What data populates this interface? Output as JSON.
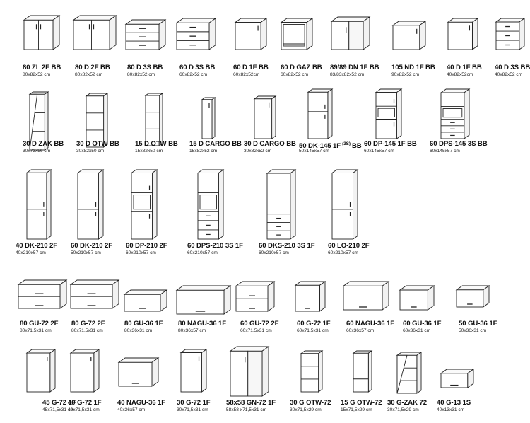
{
  "items": [
    {
      "model": "80 ZL 2F BB",
      "dims": "80x82x52 cm",
      "cab": {
        "kind": "base",
        "doors": 2
      }
    },
    {
      "model": "80 D 2F BB",
      "dims": "80x82x52 cm",
      "cab": {
        "kind": "base",
        "doors": 2
      }
    },
    {
      "model": "80 D 3S BB",
      "dims": "80x82x52 cm",
      "cab": {
        "kind": "base",
        "drawers": 3
      }
    },
    {
      "model": "60 D 3S BB",
      "dims": "60x82x52 cm",
      "cab": {
        "kind": "base",
        "drawers": 3
      }
    },
    {
      "model": "60 D 1F BB",
      "dims": "60x82x52cm",
      "cab": {
        "kind": "base",
        "doors": 1
      }
    },
    {
      "model": "60 D GAZ BB",
      "dims": "60x82x52 cm",
      "cab": {
        "kind": "open-frame"
      }
    },
    {
      "model": "89/89 DN 1F BB",
      "dims": "83/83x82x52 cm",
      "cab": {
        "kind": "corner"
      }
    },
    {
      "model": "105  ND 1F BB",
      "dims": "90x82x52 cm",
      "cab": {
        "kind": "base",
        "doors": 1
      }
    },
    {
      "model": "40 D 1F BB",
      "dims": "40x82x52cm",
      "cab": {
        "kind": "base",
        "doors": 1
      }
    },
    {
      "model": "40 D 3S BB",
      "dims": "40x82x52 cm",
      "cab": {
        "kind": "base",
        "drawers": 3
      }
    },
    {
      "model": "30 D ZAK BB",
      "dims": "30x72x56 cm",
      "cab": {
        "kind": "open-end"
      }
    },
    {
      "model": "30 D OTW BB",
      "dims": "30x82x50 cm",
      "cab": {
        "kind": "open-shelf"
      }
    },
    {
      "model": "15 D OTW BB",
      "dims": "15x82x50 cm",
      "cab": {
        "kind": "open-shelf"
      }
    },
    {
      "model": "15 D CARGO BB",
      "dims": "15x82x52 cm",
      "cab": {
        "kind": "base",
        "doors": 1
      }
    },
    {
      "model": "30 D CARGO BB",
      "dims": "30x82x52 cm",
      "cab": {
        "kind": "base",
        "doors": 1
      }
    },
    {
      "model": "50 DK-145 1F",
      "model_sup": "(3S)",
      "model_end": "BB",
      "dims": "50x145x57 cm",
      "cab": {
        "kind": "mid",
        "split": "upper"
      }
    },
    {
      "model": "60 DP-145 1F BB",
      "dims": "60x145x57 cm",
      "cab": {
        "kind": "mid",
        "split": "oven"
      }
    },
    {
      "model": "60 DPS-145 3S BB",
      "dims": "60x145x57 cm",
      "cab": {
        "kind": "mid",
        "split": "oven-drawers"
      }
    },
    {
      "model": "40 DK-210 2F",
      "dims": "40x210x57 cm",
      "cab": {
        "kind": "tall",
        "split": "fridge"
      }
    },
    {
      "model": "60 DK-210 2F",
      "dims": "50x210x57 cm",
      "cab": {
        "kind": "tall",
        "split": "fridge"
      }
    },
    {
      "model": "60 DP-210 2F",
      "dims": "60x210x57 cm",
      "cab": {
        "kind": "tall",
        "split": "oven"
      }
    },
    {
      "model": "60 DPS-210 3S 1F",
      "dims": "60x210x57 cm",
      "cab": {
        "kind": "tall",
        "split": "oven-drawers"
      }
    },
    {
      "model": "60 DKS-210 3S 1F",
      "dims": "60x210x57 cm",
      "cab": {
        "kind": "tall",
        "split": "drawers-low"
      }
    },
    {
      "model": "60  LO-210 2F",
      "dims": "60x210x57 cm",
      "cab": {
        "kind": "tall",
        "split": "fridge"
      }
    },
    {
      "model": "80 GU-72 2F",
      "dims": "80x71,5x31 cm",
      "cab": {
        "kind": "wall-wide",
        "flaps": 2
      }
    },
    {
      "model": "80 G-72 2F",
      "dims": "80x71,5x31 cm",
      "cab": {
        "kind": "wall-wide",
        "flaps": 2
      }
    },
    {
      "model": "80 GU-36 1F",
      "dims": "80x36x31 cm",
      "cab": {
        "kind": "wall-flat",
        "flaps": 1
      }
    },
    {
      "model": "80 NAGU-36 1F",
      "dims": "80x36x57 cm",
      "cab": {
        "kind": "wall-flat",
        "flaps": 1
      }
    },
    {
      "model": "60 GU-72 2F",
      "dims": "60x71,5x31 cm",
      "cab": {
        "kind": "wall-wide",
        "flaps": 2
      }
    },
    {
      "model": "60 G-72 1F",
      "dims": "60x71,5x31 cm",
      "cab": {
        "kind": "wall-wide",
        "flaps": 1
      }
    },
    {
      "model": "60 NAGU-36 1F",
      "dims": "60x36x57 cm",
      "cab": {
        "kind": "wall-flat",
        "flaps": 1
      }
    },
    {
      "model": "60 GU-36 1F",
      "dims": "60x36x31 cm",
      "cab": {
        "kind": "wall-flat",
        "flaps": 1
      }
    },
    {
      "model": "50 GU-36 1F",
      "dims": "50x36x31 cm",
      "cab": {
        "kind": "wall-flat",
        "flaps": 1
      }
    },
    {
      "model": "45 G-72 1F",
      "dims": "45x71,5x31 cm",
      "cab": {
        "kind": "wall",
        "doors": 1
      }
    },
    {
      "model": "40 G-72 1F",
      "dims": "40x71,5x31 cm",
      "cab": {
        "kind": "wall",
        "doors": 1
      }
    },
    {
      "model": "40 NAGU-36 1F",
      "dims": "40x36x57 cm",
      "cab": {
        "kind": "wall-flat",
        "flaps": 1
      }
    },
    {
      "model": "30 G-72 1F",
      "dims": "30x71,5x31 cm",
      "cab": {
        "kind": "wall",
        "doors": 1
      }
    },
    {
      "model": "58x58 GN-72 1F",
      "dims": "58x58 x71,5x31 cm",
      "cab": {
        "kind": "corner-wall"
      }
    },
    {
      "model": "30 G OTW-72",
      "dims": "30x71,5x29 cm",
      "cab": {
        "kind": "open-shelf"
      }
    },
    {
      "model": "15 G OTW-72",
      "dims": "15x71,5x29 cm",
      "cab": {
        "kind": "open-shelf"
      }
    },
    {
      "model": "30 G-ZAK 72",
      "dims": "30x71,5x29 cm",
      "cab": {
        "kind": "open-end"
      }
    },
    {
      "model": "40 G-13 1S",
      "dims": "40x13x31 cm",
      "cab": {
        "kind": "shelf-slim"
      }
    }
  ]
}
